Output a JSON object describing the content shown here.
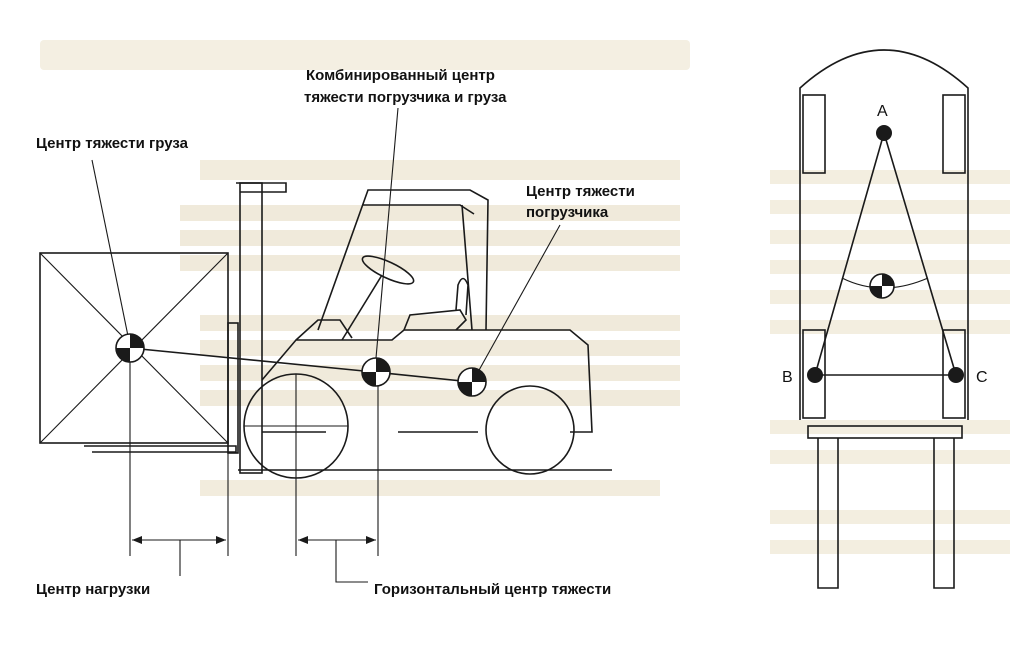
{
  "labels": {
    "load_cg": "Центр тяжести груза",
    "combined_cg_line1": "Комбинированный центр",
    "combined_cg_line2": "тяжести погрузчика и груза",
    "forklift_cg_line1": "Центр тяжести",
    "forklift_cg_line2": "погрузчика",
    "load_center": "Центр нагрузки",
    "horizontal_cg": "Горизонтальный центр тяжести"
  },
  "stability_triangle": {
    "point_a": "A",
    "point_b": "B",
    "point_c": "C"
  },
  "colors": {
    "background": "#ffffff",
    "faded_text": "#e9e2cf",
    "ink": "#1a1a1a"
  }
}
